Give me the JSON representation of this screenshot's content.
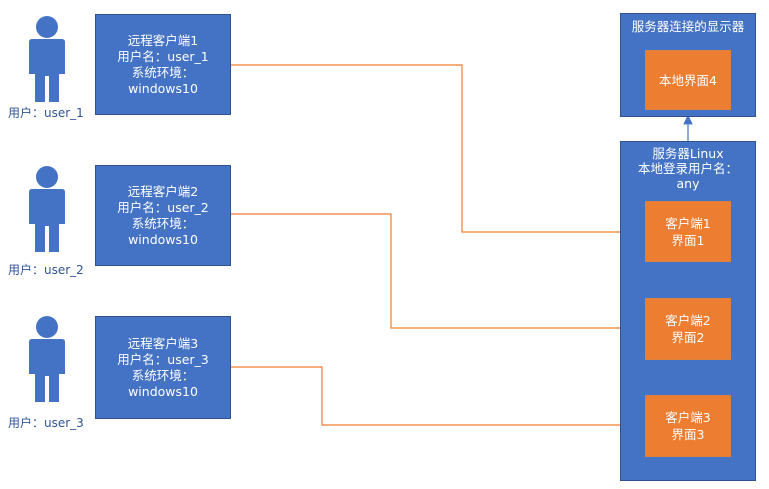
{
  "users": [
    {
      "label": "用户：user_1"
    },
    {
      "label": "用户：user_2"
    },
    {
      "label": "用户：user_3"
    }
  ],
  "clients": [
    {
      "lines": [
        "远程客户端1",
        "用户名：user_1",
        "系统环境：",
        "windows10"
      ]
    },
    {
      "lines": [
        "远程客户端2",
        "用户名：user_2",
        "系统环境：",
        "windows10"
      ]
    },
    {
      "lines": [
        "远程客户端3",
        "用户名：user_3",
        "系统环境：",
        "windows10"
      ]
    }
  ],
  "display": {
    "title": "服务器连接的显示器",
    "local_ui": "本地界面4"
  },
  "server": {
    "title_lines": [
      "服务器Linux",
      "本地登录用户名：",
      "any"
    ],
    "sessions": [
      {
        "lines": [
          "客户端1",
          "界面1"
        ]
      },
      {
        "lines": [
          "客户端2",
          "界面2"
        ]
      },
      {
        "lines": [
          "客户端3",
          "界面3"
        ]
      }
    ]
  },
  "colors": {
    "box_fill": "#4472C4",
    "box_border": "#2F528F",
    "session_fill": "#ED7D31",
    "connector": "#ED7D31",
    "arrow_up": "#4472C4",
    "user_label": "#2F5597"
  },
  "icons": {
    "user": "person-icon"
  }
}
